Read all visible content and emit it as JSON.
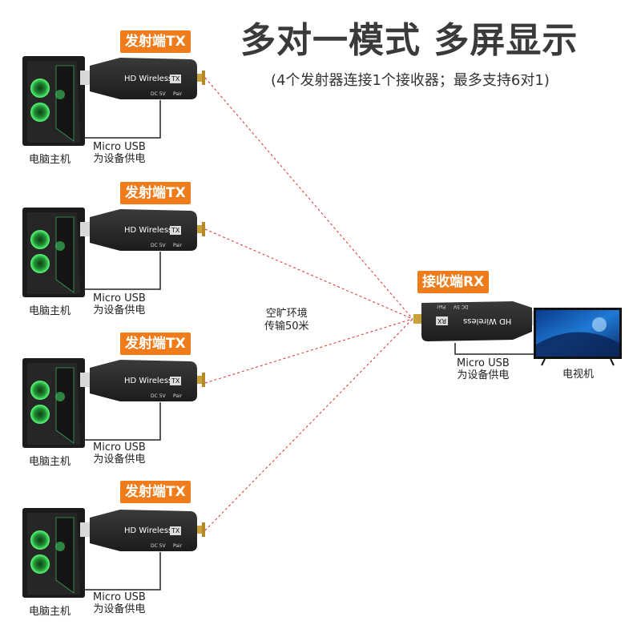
{
  "header": {
    "title": "多对一模式 多屏显示",
    "subtitle": "(4个发射器连接1个接收器；最多支持6对1)"
  },
  "transmitters": [
    {
      "badge": "发射端TX",
      "device_text": "HD Wireless",
      "tag": "TX",
      "port_dc": "DC 5V",
      "port_pair": "Pair",
      "pc_label": "电脑主机",
      "usb_line1": "Micro USB",
      "usb_line2": "为设备供电"
    },
    {
      "badge": "发射端TX",
      "device_text": "HD Wireless",
      "tag": "TX",
      "port_dc": "DC 5V",
      "port_pair": "Pair",
      "pc_label": "电脑主机",
      "usb_line1": "Micro USB",
      "usb_line2": "为设备供电"
    },
    {
      "badge": "发射端TX",
      "device_text": "HD Wireless",
      "tag": "TX",
      "port_dc": "DC 5V",
      "port_pair": "Pair",
      "pc_label": "电脑主机",
      "usb_line1": "Micro USB",
      "usb_line2": "为设备供电"
    },
    {
      "badge": "发射端TX",
      "device_text": "HD Wireless",
      "tag": "TX",
      "port_dc": "DC 5V",
      "port_pair": "Pair",
      "pc_label": "电脑主机",
      "usb_line1": "Micro USB",
      "usb_line2": "为设备供电"
    }
  ],
  "receiver": {
    "badge": "接收端RX",
    "device_text": "HD Wireless",
    "tag": "RX",
    "port_dc": "DC 5V",
    "port_pair": "Pair",
    "usb_line1": "Micro USB",
    "usb_line2": "为设备供电",
    "tv_label": "电视机"
  },
  "distance_note": {
    "line1": "空旷环境",
    "line2": "传输50米"
  },
  "colors": {
    "badge": "#f07b1a",
    "signal_line": "#d9302c",
    "device_body": "#2b2b2b",
    "pc_glow": "#39d35a"
  }
}
